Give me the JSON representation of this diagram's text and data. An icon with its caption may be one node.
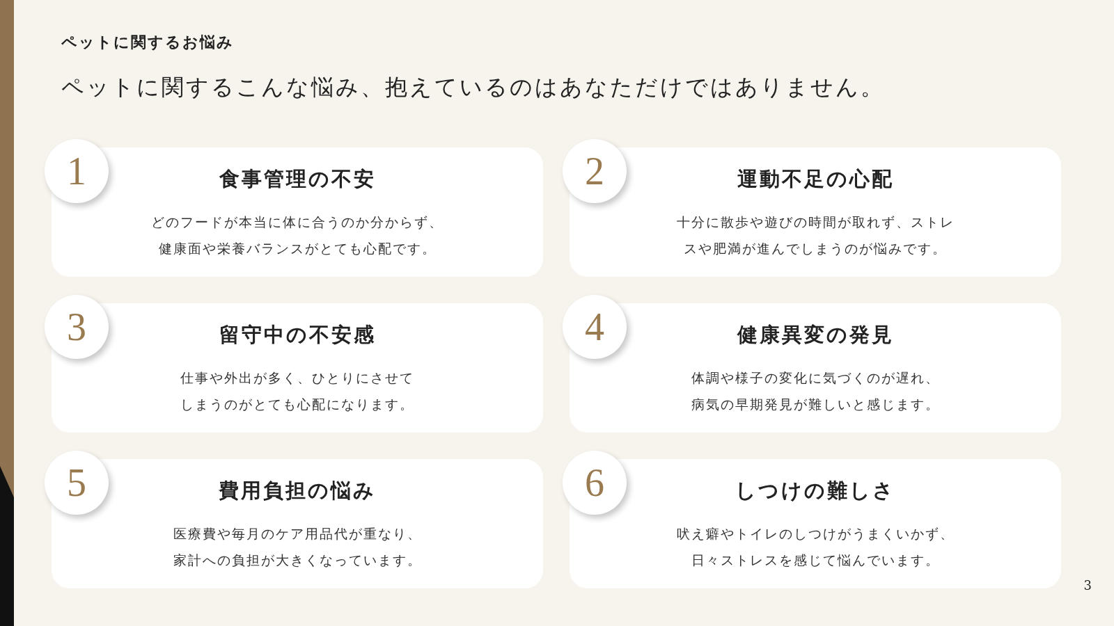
{
  "diagram": {
    "title": "ペットに関するお悩み",
    "nodes": [
      {
        "text": [
          "1"
        ]
      },
      {
        "text": [
          "食事管理の不安",
          "どのフードが本当に体に合うのか分からず、健康面や栄養バランスがとても心配です。"
        ]
      },
      {
        "text": [
          "2"
        ]
      },
      {
        "text": [
          "運動不足の心配",
          "十分に散歩や遊びの時間が取れず、ストレスや肥満が進んでしまうのが悩みです。"
        ]
      },
      {
        "text": [
          "3"
        ]
      },
      {
        "text": [
          "留守中の不安感",
          "仕事や外出が多く、ひとりにさせてしまうのがとても心配になります。"
        ]
      },
      {
        "text": [
          "4"
        ]
      },
      {
        "text": [
          "健康異変の発見",
          "体調や様子の変化に気づくのが遅れ、病気の早期発見が難しいと感じます。"
        ]
      },
      {
        "text": [
          "5"
        ]
      },
      {
        "text": [
          "費用負担の悩み",
          "医療費や毎月のケア用品代が重なり、家計への負担が大きくなっています。"
        ]
      },
      {
        "text": [
          "6"
        ]
      },
      {
        "text": [
          "しつけの難しさ",
          "吠え癖やトイレのしつけがうまくいかず、日々ストレスを感じて悩んでいます。"
        ]
      }
    ],
    "labels": [
      "ペットに関するこんな悩み、抱えているのはあなただけではありません。",
      "3"
    ]
  }
}
